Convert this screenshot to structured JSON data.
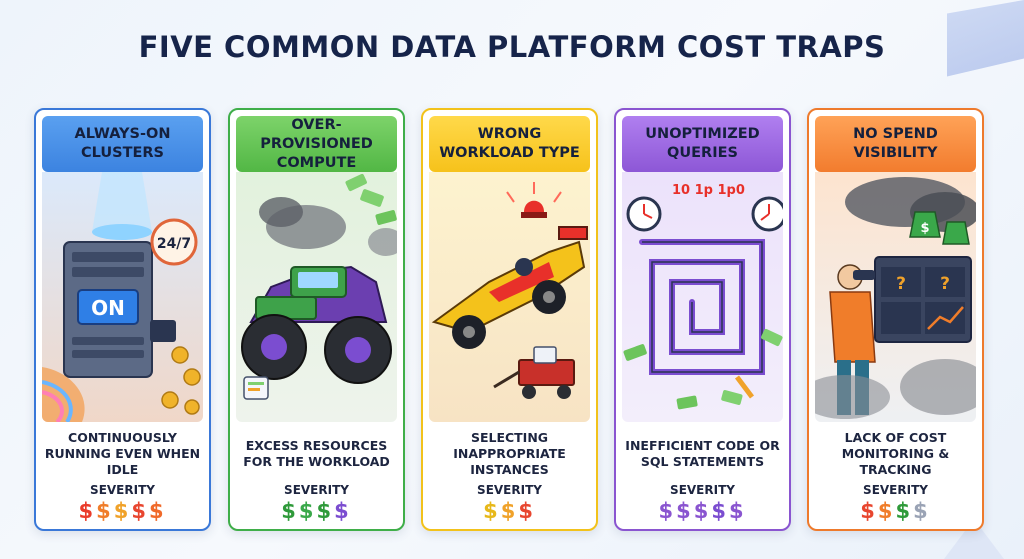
{
  "title": "FIVE COMMON DATA PLATFORM COST TRAPS",
  "severity_label": "SEVERITY",
  "cards": [
    {
      "heading": "ALWAYS-ON CLUSTERS",
      "description": "CONTINUOUSLY RUNNING EVEN WHEN IDLE",
      "illustration_labels": {
        "clock": "24/7",
        "switch": "ON"
      },
      "severity_dollars": [
        "$",
        "$",
        "$",
        "$",
        "$"
      ],
      "severity_colors": [
        "#ea3b2a",
        "#f07d2a",
        "#f0a22a",
        "#e8462f",
        "#f06a2a"
      ],
      "accent": "#3a78d8"
    },
    {
      "heading": "OVER-PROVISIONED COMPUTE",
      "description": "EXCESS RESOURCES FOR THE WORKLOAD",
      "severity_dollars": [
        "$",
        "$",
        "$",
        "$"
      ],
      "severity_colors": [
        "#2f9a3a",
        "#3aa84a",
        "#2f9a3a",
        "#7b4dd0"
      ],
      "accent": "#3fae49"
    },
    {
      "heading": "WRONG WORKLOAD TYPE",
      "description": "SELECTING INAPPROPRIATE INSTANCES",
      "severity_dollars": [
        "$",
        "$",
        "$"
      ],
      "severity_colors": [
        "#e7b81a",
        "#f0a22a",
        "#e8462f"
      ],
      "accent": "#f2c21b"
    },
    {
      "heading": "UNOPTIMIZED QUERIES",
      "description": "INEFFICIENT CODE OR SQL STATEMENTS",
      "illustration_labels": {
        "code": "10 1p 1p0"
      },
      "severity_dollars": [
        "$",
        "$",
        "$",
        "$",
        "$"
      ],
      "severity_colors": [
        "#8a55d0",
        "#8a55d0",
        "#8a55d0",
        "#7b4dd0",
        "#8a55d0"
      ],
      "accent": "#8a55d0"
    },
    {
      "heading": "NO SPEND VISIBILITY",
      "description": "LACK OF COST MONITORING & TRACKING",
      "illustration_labels": {
        "bag": "$",
        "question": "?"
      },
      "severity_dollars": [
        "$",
        "$",
        "$",
        "$"
      ],
      "severity_colors": [
        "#e8462f",
        "#f07d2a",
        "#2f9a3a",
        "#9aa3b5"
      ],
      "accent": "#ee7a2c"
    }
  ]
}
